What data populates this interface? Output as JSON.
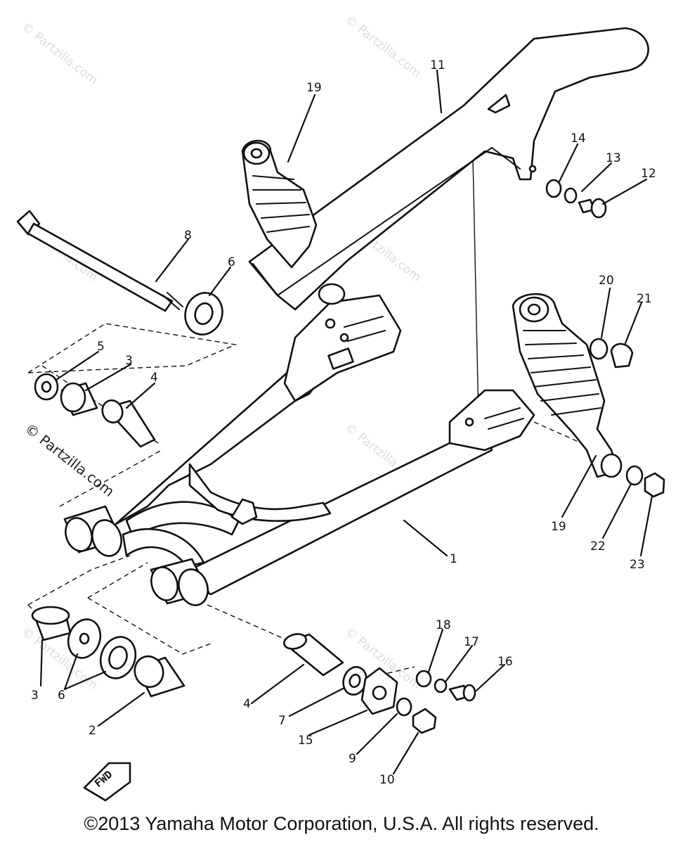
{
  "watermark": "© Partzilla.com",
  "side_watermark": "© Partzilla.com",
  "fwd_label": "FWD",
  "callouts": [
    {
      "id": "c11a",
      "label": "11"
    },
    {
      "id": "c19a",
      "label": "19"
    },
    {
      "id": "c14",
      "label": "14"
    },
    {
      "id": "c13",
      "label": "13"
    },
    {
      "id": "c12",
      "label": "12"
    },
    {
      "id": "c8",
      "label": "8"
    },
    {
      "id": "c6a",
      "label": "6"
    },
    {
      "id": "c20",
      "label": "20"
    },
    {
      "id": "c21",
      "label": "21"
    },
    {
      "id": "c5",
      "label": "5"
    },
    {
      "id": "c3a",
      "label": "3"
    },
    {
      "id": "c4a",
      "label": "4"
    },
    {
      "id": "c19b",
      "label": "19"
    },
    {
      "id": "c22",
      "label": "22"
    },
    {
      "id": "c1",
      "label": "1"
    },
    {
      "id": "c23",
      "label": "23"
    },
    {
      "id": "c18",
      "label": "18"
    },
    {
      "id": "c17",
      "label": "17"
    },
    {
      "id": "c16",
      "label": "16"
    },
    {
      "id": "c3b",
      "label": "3"
    },
    {
      "id": "c6b",
      "label": "6"
    },
    {
      "id": "c2",
      "label": "2"
    },
    {
      "id": "c4b",
      "label": "4"
    },
    {
      "id": "c7",
      "label": "7"
    },
    {
      "id": "c15",
      "label": "15"
    },
    {
      "id": "c9",
      "label": "9"
    },
    {
      "id": "c10",
      "label": "10"
    }
  ],
  "copyright": "©2013 Yamaha Motor Corporation, U.S.A. All rights reserved."
}
